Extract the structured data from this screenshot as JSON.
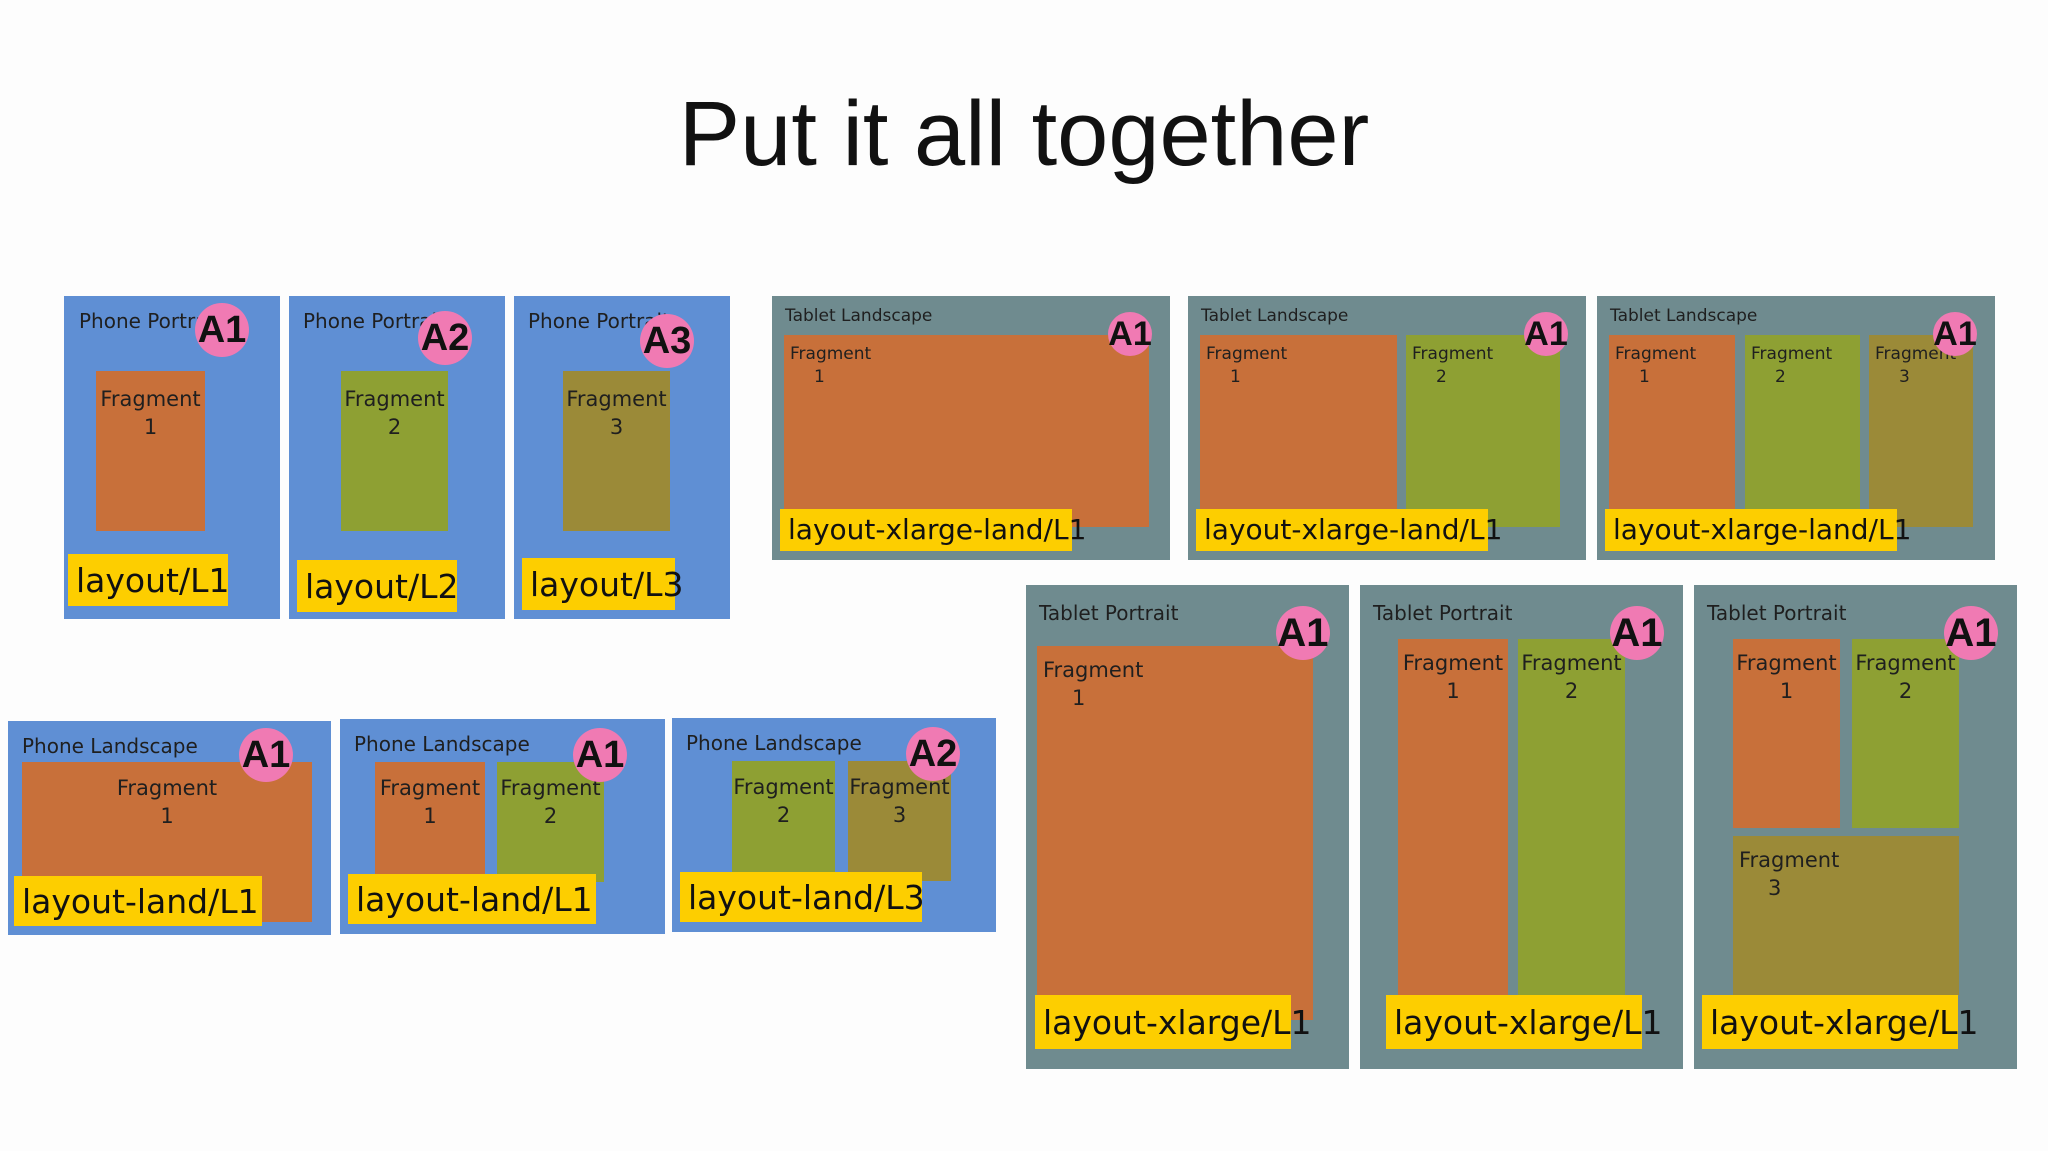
{
  "title": "Put it all together",
  "colors": {
    "phone_bg": "#5f8fd4",
    "tablet_bg": "#6f8b8f",
    "fragment_1": "#c8703a",
    "fragment_2": "#8ea033",
    "fragment_3": "#9b8a38",
    "activity_badge": "#f07ab3",
    "layout_tag": "#fdce00"
  },
  "devices": [
    {
      "label": "Phone Portrait",
      "activity": "A1",
      "layout": "layout/L1",
      "fragments": [
        {
          "word": "Fragment",
          "num": "1"
        }
      ]
    },
    {
      "label": "Phone Portrait",
      "activity": "A2",
      "layout": "layout/L2",
      "fragments": [
        {
          "word": "Fragment",
          "num": "2"
        }
      ]
    },
    {
      "label": "Phone Portrait",
      "activity": "A3",
      "layout": "layout/L3",
      "fragments": [
        {
          "word": "Fragment",
          "num": "3"
        }
      ]
    },
    {
      "label": "Phone Landscape",
      "activity": "A1",
      "layout": "layout-land/L1",
      "fragments": [
        {
          "word": "Fragment",
          "num": "1"
        }
      ]
    },
    {
      "label": "Phone Landscape",
      "activity": "A1",
      "layout": "layout-land/L1",
      "fragments": [
        {
          "word": "Fragment",
          "num": "1"
        },
        {
          "word": "Fragment",
          "num": "2"
        }
      ]
    },
    {
      "label": "Phone Landscape",
      "activity": "A2",
      "layout": "layout-land/L3",
      "fragments": [
        {
          "word": "Fragment",
          "num": "2"
        },
        {
          "word": "Fragment",
          "num": "3"
        }
      ]
    },
    {
      "label": "Tablet Landscape",
      "activity": "A1",
      "layout": "layout-xlarge-land/L1",
      "fragments": [
        {
          "word": "Fragment",
          "num": "1"
        }
      ]
    },
    {
      "label": "Tablet Landscape",
      "activity": "A1",
      "layout": "layout-xlarge-land/L1",
      "fragments": [
        {
          "word": "Fragment",
          "num": "1"
        },
        {
          "word": "Fragment",
          "num": "2"
        }
      ]
    },
    {
      "label": "Tablet Landscape",
      "activity": "A1",
      "layout": "layout-xlarge-land/L1",
      "fragments": [
        {
          "word": "Fragment",
          "num": "1"
        },
        {
          "word": "Fragment",
          "num": "2"
        },
        {
          "word": "Fragment",
          "num": "3"
        }
      ]
    },
    {
      "label": "Tablet Portrait",
      "activity": "A1",
      "layout": "layout-xlarge/L1",
      "fragments": [
        {
          "word": "Fragment",
          "num": "1"
        }
      ]
    },
    {
      "label": "Tablet Portrait",
      "activity": "A1",
      "layout": "layout-xlarge/L1",
      "fragments": [
        {
          "word": "Fragment",
          "num": "1"
        },
        {
          "word": "Fragment",
          "num": "2"
        }
      ]
    },
    {
      "label": "Tablet Portrait",
      "activity": "A1",
      "layout": "layout-xlarge/L1",
      "fragments": [
        {
          "word": "Fragment",
          "num": "1"
        },
        {
          "word": "Fragment",
          "num": "2"
        },
        {
          "word": "Fragment",
          "num": "3"
        }
      ]
    }
  ]
}
